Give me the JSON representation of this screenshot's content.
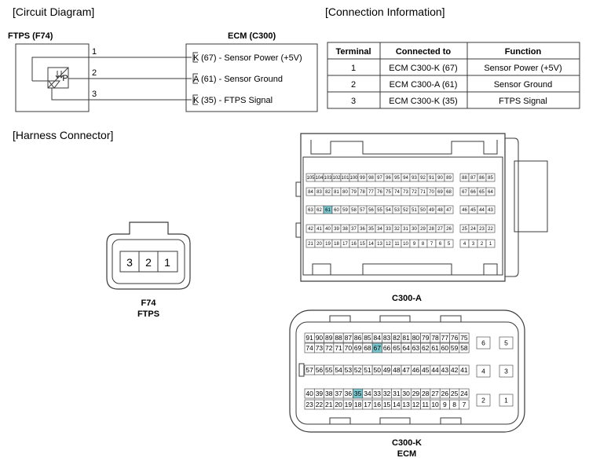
{
  "sections": {
    "circuit": "[Circuit Diagram]",
    "connection": "[Connection Information]",
    "harness": "[Harness Connector]"
  },
  "circuit": {
    "sensor_title": "FTPS (F74)",
    "ecm_title": "ECM (C300)",
    "sensor_symbol": "P",
    "wires": [
      "1",
      "2",
      "3"
    ],
    "ecm_pins": [
      {
        "conn": "K",
        "text": "(67) - Sensor Power (+5V)"
      },
      {
        "conn": "A",
        "text": "(61) - Sensor Ground"
      },
      {
        "conn": "K",
        "text": "(35) - FTPS Signal"
      }
    ]
  },
  "table": {
    "headers": [
      "Terminal",
      "Connected to",
      "Function"
    ],
    "rows": [
      [
        "1",
        "ECM C300-K (67)",
        "Sensor Power (+5V)"
      ],
      [
        "2",
        "ECM C300-A (61)",
        "Sensor Ground"
      ],
      [
        "3",
        "ECM C300-K (35)",
        "FTPS Signal"
      ]
    ]
  },
  "f74": {
    "pins": [
      "3",
      "2",
      "1"
    ],
    "label1": "F74",
    "label2": "FTPS"
  },
  "c300a": {
    "label": "C300-A",
    "highlight": "61",
    "rows": [
      {
        "left": [
          "105",
          "104",
          "103",
          "102",
          "101",
          "100",
          "99",
          "98",
          "97",
          "96",
          "95",
          "94",
          "93",
          "92",
          "91",
          "90",
          "89"
        ],
        "right": [
          "88",
          "87",
          "86",
          "85"
        ]
      },
      {
        "left": [
          "84",
          "83",
          "82",
          "81",
          "80",
          "79",
          "78",
          "77",
          "76",
          "75",
          "74",
          "73",
          "72",
          "71",
          "70",
          "69",
          "68"
        ],
        "right": [
          "67",
          "66",
          "65",
          "64"
        ]
      },
      {
        "left": [
          "63",
          "62",
          "61",
          "60",
          "59",
          "58",
          "57",
          "56",
          "55",
          "54",
          "53",
          "52",
          "51",
          "50",
          "49",
          "48",
          "47"
        ],
        "right": [
          "46",
          "45",
          "44",
          "43"
        ]
      },
      {
        "left": [
          "42",
          "41",
          "40",
          "39",
          "38",
          "37",
          "36",
          "35",
          "34",
          "33",
          "32",
          "31",
          "30",
          "29",
          "28",
          "27",
          "26"
        ],
        "right": [
          "25",
          "24",
          "23",
          "22"
        ]
      },
      {
        "left": [
          "21",
          "20",
          "19",
          "18",
          "17",
          "16",
          "15",
          "14",
          "13",
          "12",
          "11",
          "10",
          "9",
          "8",
          "7",
          "6",
          "5"
        ],
        "right": [
          "4",
          "3",
          "2",
          "1"
        ]
      }
    ]
  },
  "c300k": {
    "label1": "C300-K",
    "label2": "ECM",
    "highlights": [
      "67",
      "35"
    ],
    "rows": [
      [
        "91",
        "90",
        "89",
        "88",
        "87",
        "86",
        "85",
        "84",
        "83",
        "82",
        "81",
        "80",
        "79",
        "78",
        "77",
        "76",
        "75"
      ],
      [
        "74",
        "73",
        "72",
        "71",
        "70",
        "69",
        "68",
        "67",
        "66",
        "65",
        "64",
        "63",
        "62",
        "61",
        "60",
        "59",
        "58"
      ],
      [
        "57",
        "56",
        "55",
        "54",
        "53",
        "52",
        "51",
        "50",
        "49",
        "48",
        "47",
        "46",
        "45",
        "44",
        "43",
        "42",
        "41"
      ],
      [
        "40",
        "39",
        "38",
        "37",
        "36",
        "35",
        "34",
        "33",
        "32",
        "31",
        "30",
        "29",
        "28",
        "27",
        "26",
        "25",
        "24"
      ],
      [
        "23",
        "22",
        "21",
        "20",
        "19",
        "18",
        "17",
        "16",
        "15",
        "14",
        "13",
        "12",
        "11",
        "10",
        "9",
        "8",
        "7"
      ]
    ],
    "big_pins": [
      [
        "6",
        "5"
      ],
      [
        "4",
        "3"
      ],
      [
        "2",
        "1"
      ]
    ]
  },
  "colors": {
    "line": "#3a3a3a",
    "highlight": "#79c7cf"
  }
}
